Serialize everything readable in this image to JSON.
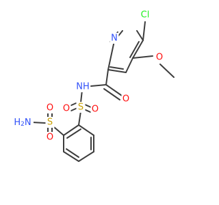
{
  "colors": {
    "bond": "#3d3d3d",
    "carbon": "#3d3d3d",
    "nitrogen": "#3050f8",
    "oxygen": "#ff0d0d",
    "sulfur": "#c8a000",
    "chlorine": "#1ff01f",
    "background": "#ffffff"
  },
  "atoms": {
    "cl": "Cl",
    "n_ring": "N",
    "o_methoxy": "O",
    "o_carbonyl": "O",
    "n_amide": "NH",
    "s_acyl": "S",
    "o_acyl_left": "O",
    "o_acyl_right": "O",
    "s_amide": "S",
    "o_amide_top": "O",
    "o_amide_bottom": "O",
    "nh2": "H2N"
  }
}
